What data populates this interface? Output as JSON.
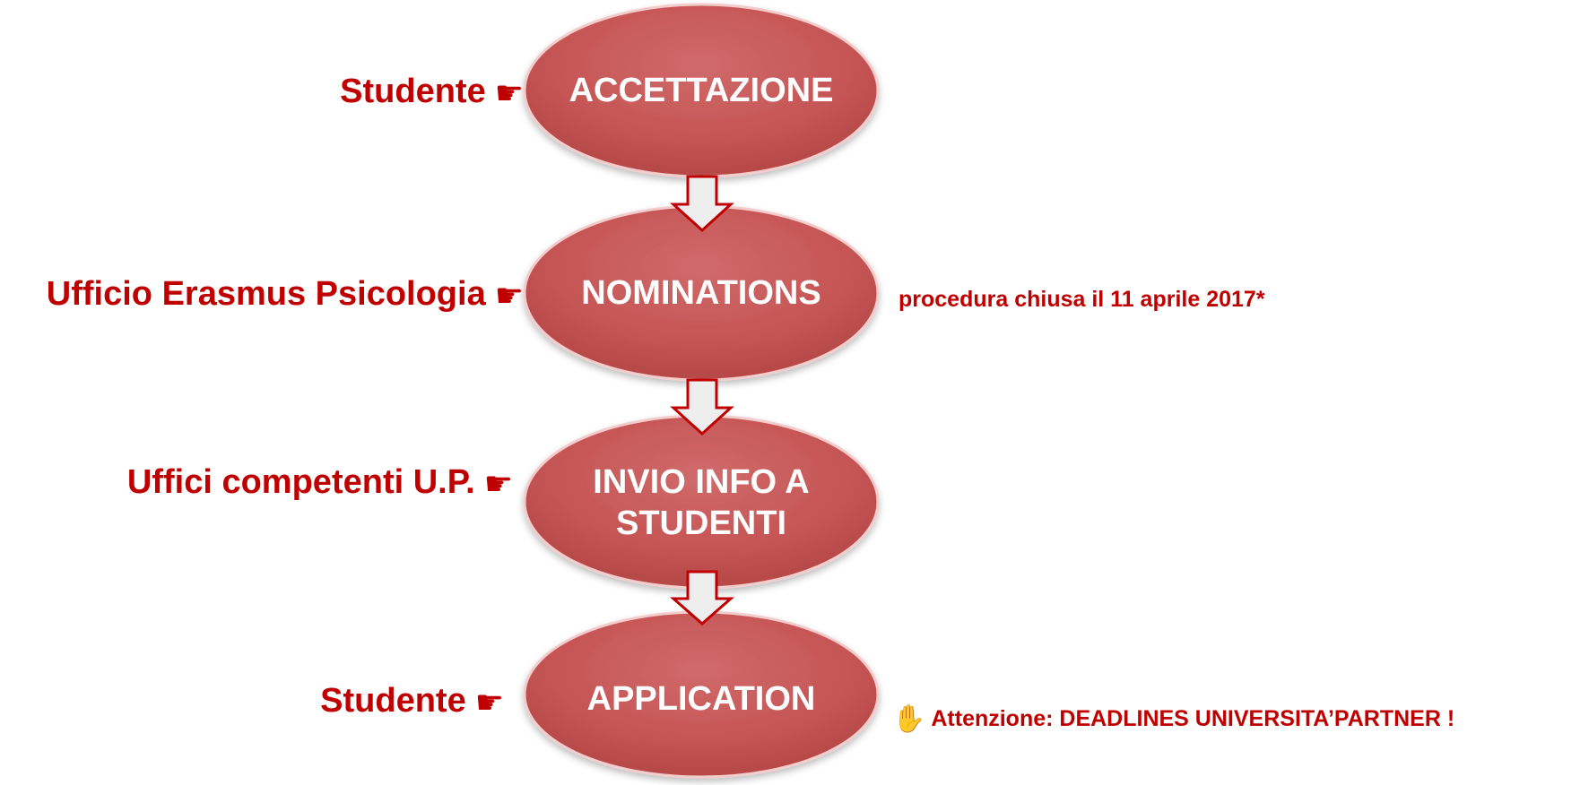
{
  "steps": [
    {
      "label": "ACCETTAZIONE",
      "actor": "Studente",
      "note": ""
    },
    {
      "label": "NOMINATIONS",
      "actor": "Ufficio Erasmus Psicologia",
      "note": "procedura chiusa il 11 aprile 2017*"
    },
    {
      "label_line1": "INVIO INFO A",
      "label_line2": "STUDENTI",
      "actor": "Uffici competenti U.P.",
      "note": ""
    },
    {
      "label": "APPLICATION",
      "actor": "Studente",
      "note": "Attenzione: DEADLINES UNIVERSITA’PARTNER !"
    }
  ],
  "icons": {
    "pointer": "pointing-hand-icon",
    "warning": "raised-hand-icon"
  },
  "colors": {
    "ellipse_fill": "#c65353",
    "ellipse_edge": "#f2c6c6",
    "text_red": "#c00000",
    "arrow_fill": "#eeeeee",
    "arrow_stroke": "#c00000"
  }
}
